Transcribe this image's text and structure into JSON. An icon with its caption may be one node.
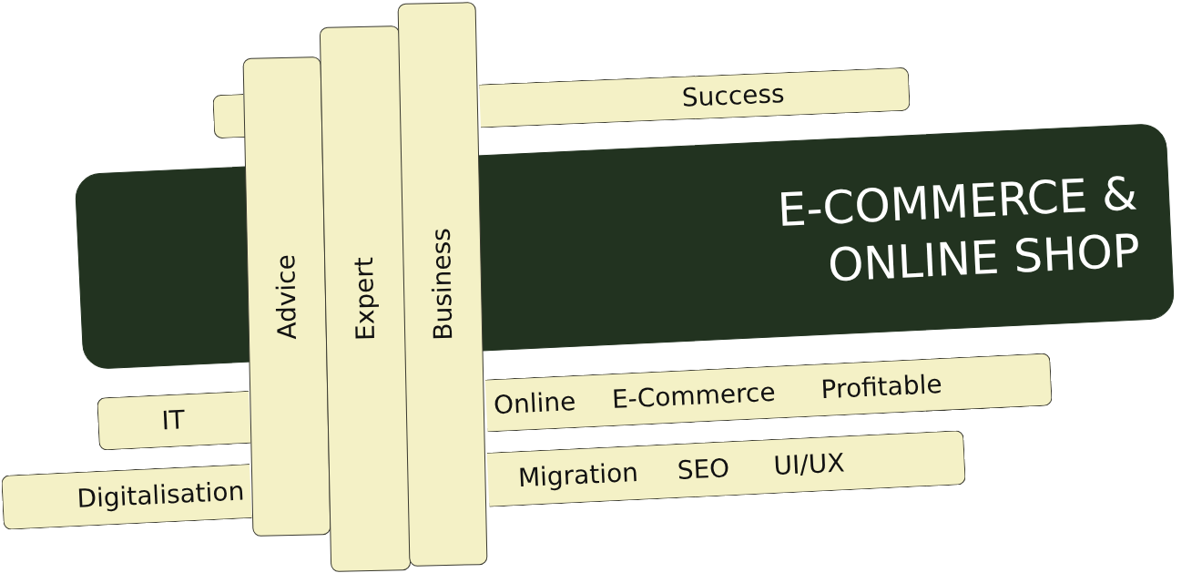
{
  "diagram": {
    "nodes": [
      {
        "text": [
          "Success"
        ]
      },
      {
        "text": [
          "E-COMMERCE & ONLINE SHOP"
        ]
      },
      {
        "text": [
          "IT",
          "Online",
          "E-Commerce",
          "Profitable"
        ]
      },
      {
        "text": [
          "Digitalisation",
          "Migration",
          "SEO",
          "UI/UX"
        ]
      },
      {
        "text": [
          "Advice"
        ]
      },
      {
        "text": [
          "Expert"
        ]
      },
      {
        "text": [
          "Business"
        ]
      }
    ]
  }
}
